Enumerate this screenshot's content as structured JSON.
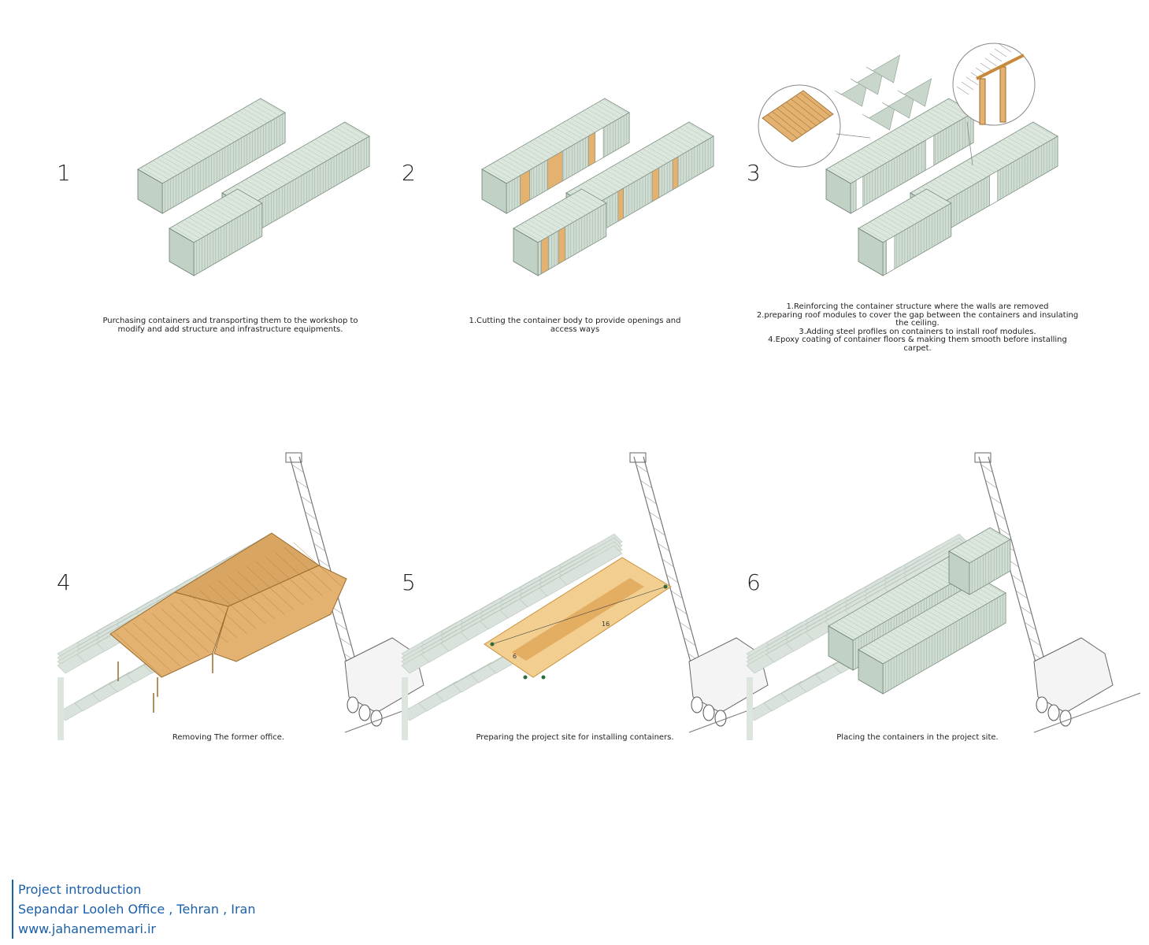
{
  "steps": [
    {
      "number": "1",
      "caption": "Purchasing containers and transporting them to the workshop to\nmodify and add structure and infrastructure equipments."
    },
    {
      "number": "2",
      "caption": "1.Cutting the container body to provide openings and\naccess ways"
    },
    {
      "number": "3",
      "caption": "1.Reinforcing the container structure where the walls are removed\n2.preparing roof modules to cover the gap between the containers and insulating\nthe ceiling.\n3.Adding steel profiles on containers to install roof modules.\n4.Epoxy coating of container floors & making them smooth before installing\ncarpet."
    },
    {
      "number": "4",
      "caption": "Removing The former office."
    },
    {
      "number": "5",
      "caption": "Preparing the project site for installing containers.",
      "dimension_length": "16",
      "dimension_width": "6"
    },
    {
      "number": "6",
      "caption": "Placing the containers in the project site."
    }
  ],
  "footer": {
    "line1": "Project introduction",
    "line2": "Sepandar Looleh Office , Tehran , Iran",
    "line3": "www.jahanememari.ir"
  },
  "colors": {
    "container": "#cfdcd2",
    "wood": "#e3b170",
    "accent": "#1b5fa8"
  }
}
